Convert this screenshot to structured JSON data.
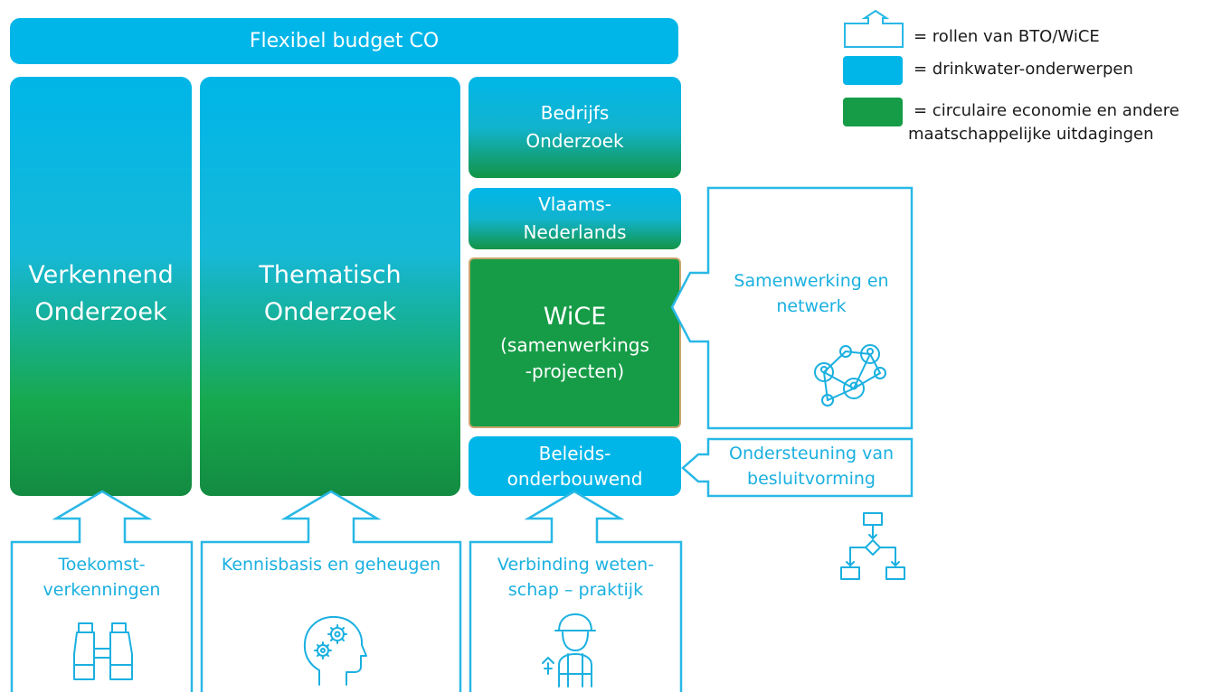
{
  "top": {
    "budget": "Flexibel budget CO"
  },
  "columns": {
    "verkennend": [
      "Verkennend",
      "Onderzoek"
    ],
    "thematisch": [
      "Thematisch",
      "Onderzoek"
    ],
    "bedrijfs": [
      "Bedrijfs",
      "Onderzoek"
    ],
    "vlaams": [
      "Vlaams-",
      "Nederlands"
    ],
    "wice": {
      "title": "WiCE",
      "lines": [
        "(samenwerkings",
        "-projecten)"
      ]
    },
    "beleids": [
      "Beleids-",
      "onderbouwend"
    ]
  },
  "roles": {
    "samenwerking": {
      "lines": [
        "Samenwerking en",
        "netwerk"
      ],
      "icon": "network-people-icon"
    },
    "ondersteuning": {
      "lines": [
        "Ondersteuning van",
        "besluitvorming"
      ],
      "icon": "flowchart-icon"
    },
    "toekomst": {
      "lines": [
        "Toekomst-",
        "verkenningen"
      ],
      "icon": "binoculars-icon"
    },
    "kennis": {
      "lines": [
        "Kennisbasis en geheugen"
      ],
      "icon": "head-gears-icon"
    },
    "verbinding": {
      "lines": [
        "Verbinding weten-",
        "schap – praktijk"
      ],
      "icon": "worker-icon"
    }
  },
  "legend": [
    {
      "text": "= rollen van BTO/WiCE"
    },
    {
      "text": "= drinkwater-onderwerpen",
      "color": "#00b6e8"
    },
    {
      "text": "= circulaire economie en andere",
      "text2": "maatschappelijke uitdagingen",
      "color": "#169c47"
    }
  ],
  "colors": {
    "blue": "#00b6e8",
    "green": "#169c47",
    "outline": "#29b8e6",
    "outline_text": "#1ab0e0"
  }
}
